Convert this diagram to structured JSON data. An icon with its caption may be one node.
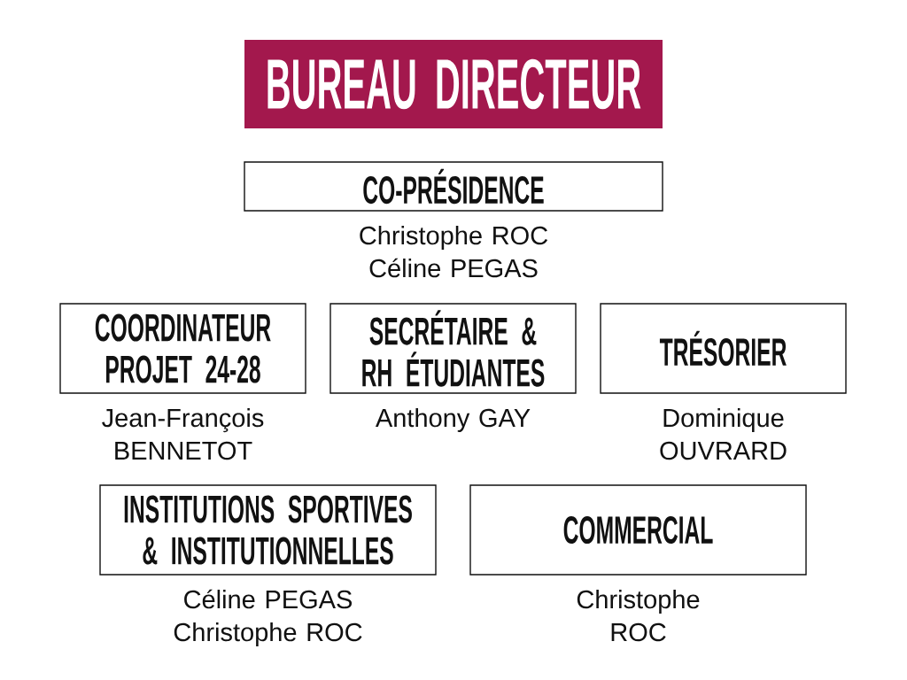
{
  "diagram": {
    "title": "BUREAU DIRECTEUR",
    "nodes": [
      {
        "text": [
          "CO-PRÉSIDENCE"
        ],
        "beside": [
          "Christophe ROC",
          "Céline PEGAS"
        ]
      },
      {
        "text": [
          "COORDINATEUR PROJET 24-28"
        ],
        "beside": [
          "Jean-François BENNETOT"
        ]
      },
      {
        "text": [
          "SECRÉTAIRE & RH ÉTUDIANTES"
        ],
        "beside": [
          "Anthony GAY"
        ]
      },
      {
        "text": [
          "TRÉSORIER"
        ],
        "beside": [
          "Dominique OUVRARD"
        ]
      },
      {
        "text": [
          "INSTITUTIONS SPORTIVES & INSTITUTIONNELLES"
        ],
        "beside": [
          "Céline PEGAS",
          "Christophe ROC"
        ]
      },
      {
        "text": [
          "COMMERCIAL"
        ],
        "beside": [
          "Christophe ROC"
        ]
      }
    ]
  }
}
